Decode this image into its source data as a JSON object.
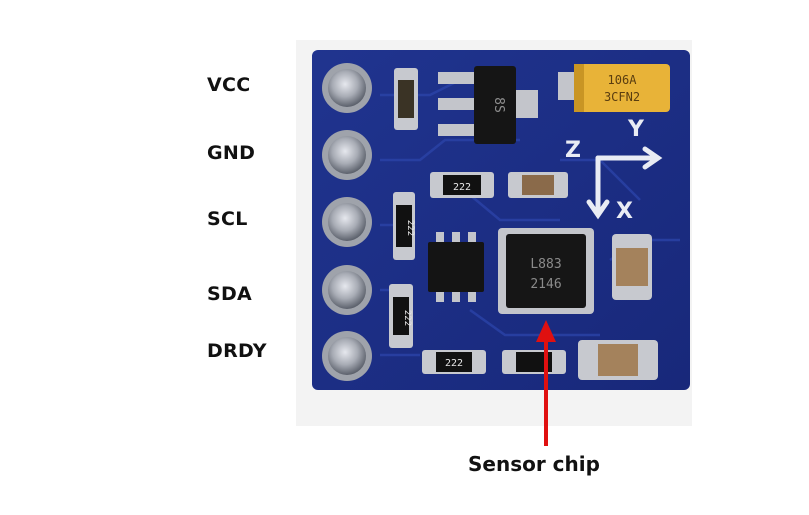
{
  "pins": [
    "VCC",
    "GND",
    "SCL",
    "SDA",
    "DRDY"
  ],
  "board": {
    "axes": {
      "z": "Z",
      "y": "Y",
      "x": "X"
    },
    "resistor_code": "222",
    "capacitor_marking": [
      "106A",
      "3CFN2"
    ],
    "ic_small_marking": "8S",
    "sensor_chip_marking": [
      "L883",
      "2146"
    ]
  },
  "annotation": {
    "label": "Sensor chip",
    "arrow_color": "#e01010"
  },
  "colors": {
    "pcb": "#1c2f86",
    "pcb_dark": "#142468",
    "solder": "#b9bcc4",
    "tantalum": "#e8b338"
  }
}
